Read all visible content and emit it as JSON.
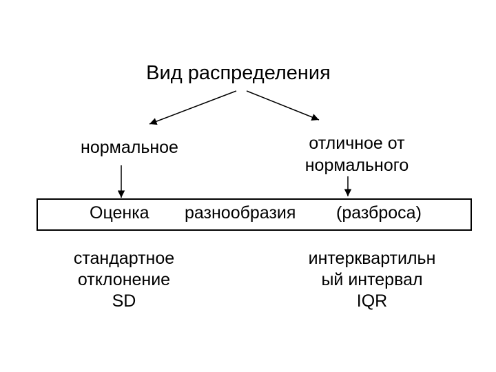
{
  "diagram": {
    "title": "Вид распределения",
    "branch_left": "нормальное",
    "branch_right": [
      "отличное от",
      "нормального"
    ],
    "evaluation": [
      "Оценка",
      "разнообразия",
      "(разброса)"
    ],
    "measure_left": [
      "стандартное",
      "отклонение",
      "SD"
    ],
    "measure_right": [
      "интерквартильн",
      "ый интервал",
      "IQR"
    ]
  }
}
